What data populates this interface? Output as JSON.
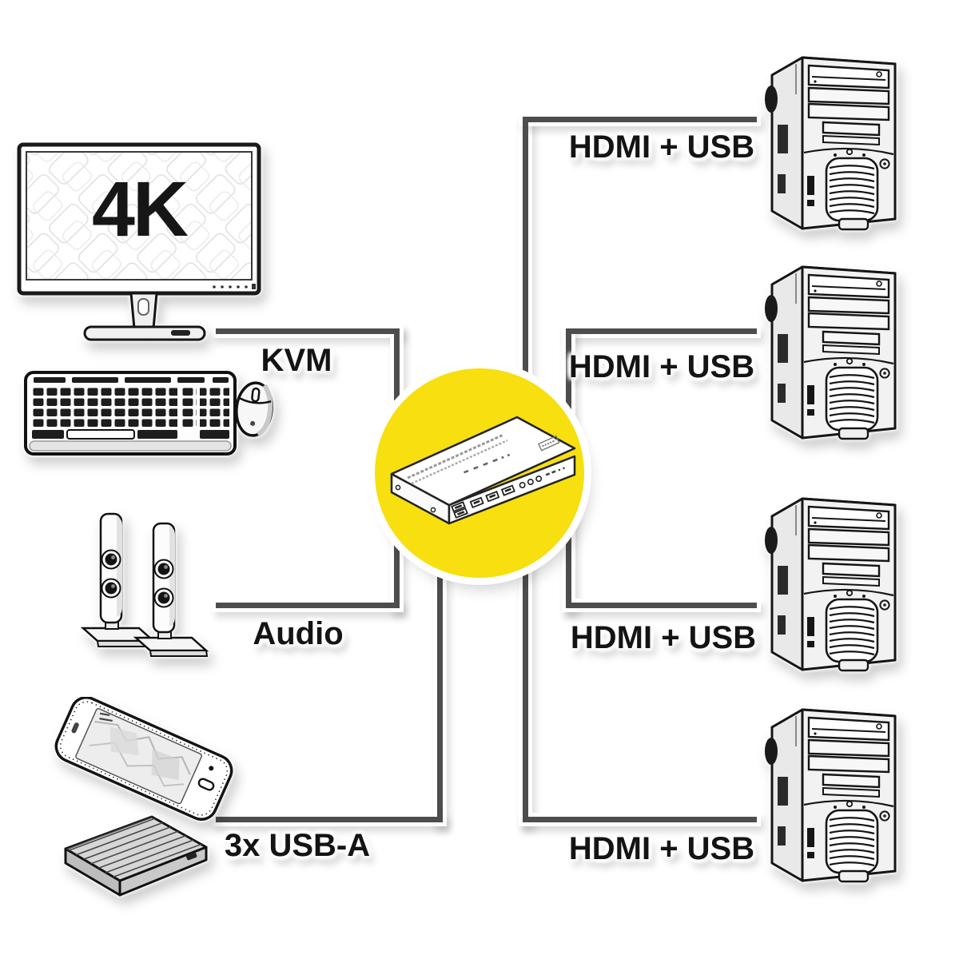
{
  "page": {
    "type": "kvm-switch-connection-diagram",
    "background": "#ffffff"
  },
  "colors": {
    "accent_yellow": "#F7DF10",
    "line_gray": "#4D4D4D",
    "label_text": "#141414"
  },
  "monitor": {
    "screen_badge": "4K"
  },
  "center_device": {
    "icon": "kvm-switch-icon"
  },
  "left_connections": [
    {
      "device": "monitor-keyboard-mouse",
      "label": "KVM"
    },
    {
      "device": "speakers",
      "label": "Audio"
    },
    {
      "device": "phone-and-harddrive",
      "label": "3x USB-A"
    }
  ],
  "right_connections": [
    {
      "device": "computer-tower-1",
      "label": "HDMI + USB"
    },
    {
      "device": "computer-tower-2",
      "label": "HDMI + USB"
    },
    {
      "device": "computer-tower-3",
      "label": "HDMI + USB"
    },
    {
      "device": "computer-tower-4",
      "label": "HDMI + USB"
    }
  ]
}
